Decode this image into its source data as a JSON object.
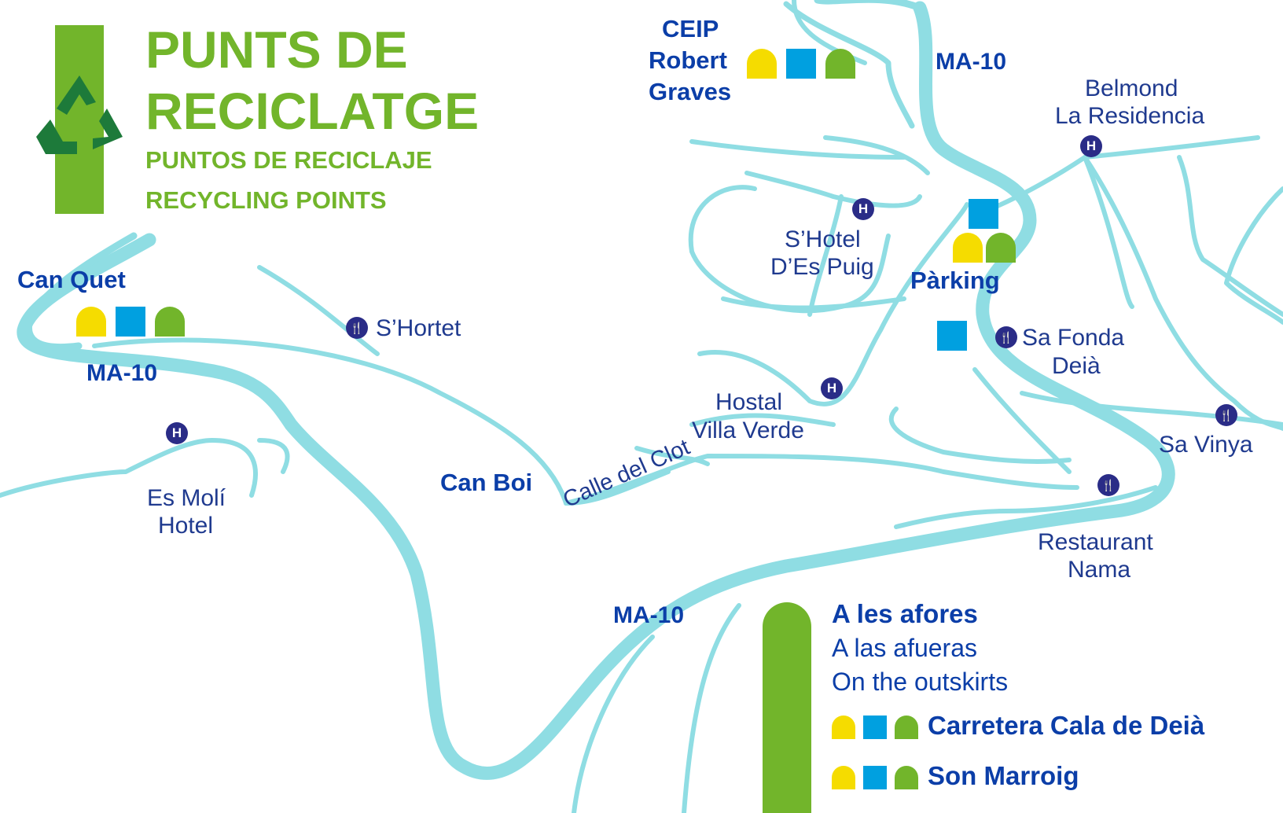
{
  "header": {
    "title_line1": "PUNTS DE",
    "title_line2": "RECICLATGE",
    "subtitle_es": "PUNTOS DE RECICLAJE",
    "subtitle_en": "RECYCLING POINTS"
  },
  "roads": {
    "ma10_top": "MA-10",
    "ma10_left": "MA-10",
    "ma10_bottom": "MA-10",
    "street": "Calle del Clot"
  },
  "recycling_points": {
    "ceip_line1": "CEIP",
    "ceip_line2": "Robert",
    "ceip_line3": "Graves",
    "can_quet": "Can Quet",
    "parking": "Pàrking",
    "can_boi": "Can Boi"
  },
  "places": {
    "belmond_line1": "Belmond",
    "belmond_line2": "La Residencia",
    "shotel_line1": "S’Hotel",
    "shotel_line2": "D’Es Puig",
    "shortet": "S’Hortet",
    "sa_fonda_line1": "Sa Fonda",
    "sa_fonda_line2": "Deià",
    "hostal_line1": "Hostal",
    "hostal_line2": "Villa Verde",
    "sa_vinya": "Sa Vinya",
    "es_moli_line1": "Es Molí",
    "es_moli_line2": "Hotel",
    "restaurant_line1": "Restaurant",
    "restaurant_line2": "Nama"
  },
  "icons": {
    "hotel_glyph": "H",
    "restaurant_glyph": "🍴",
    "recycle_icon": "recycle-icon",
    "paper_bin": "yellow-bin-icon",
    "plastic_bin": "blue-bin-icon",
    "glass_bin": "green-bin-icon"
  },
  "outskirts": {
    "title_ca": "A les afores",
    "title_es": "A las afueras",
    "title_en": "On the outskirts",
    "item1": "Carretera Cala de Deià",
    "item2": "Son Marroig"
  },
  "colors": {
    "road": "#8fdde3",
    "brand_green": "#72b52b",
    "text_blue": "#0b3ea8",
    "bin_yellow": "#f5dc00",
    "bin_blue": "#00a0e0",
    "bin_green": "#72b52b",
    "pin": "#2a2c87"
  }
}
